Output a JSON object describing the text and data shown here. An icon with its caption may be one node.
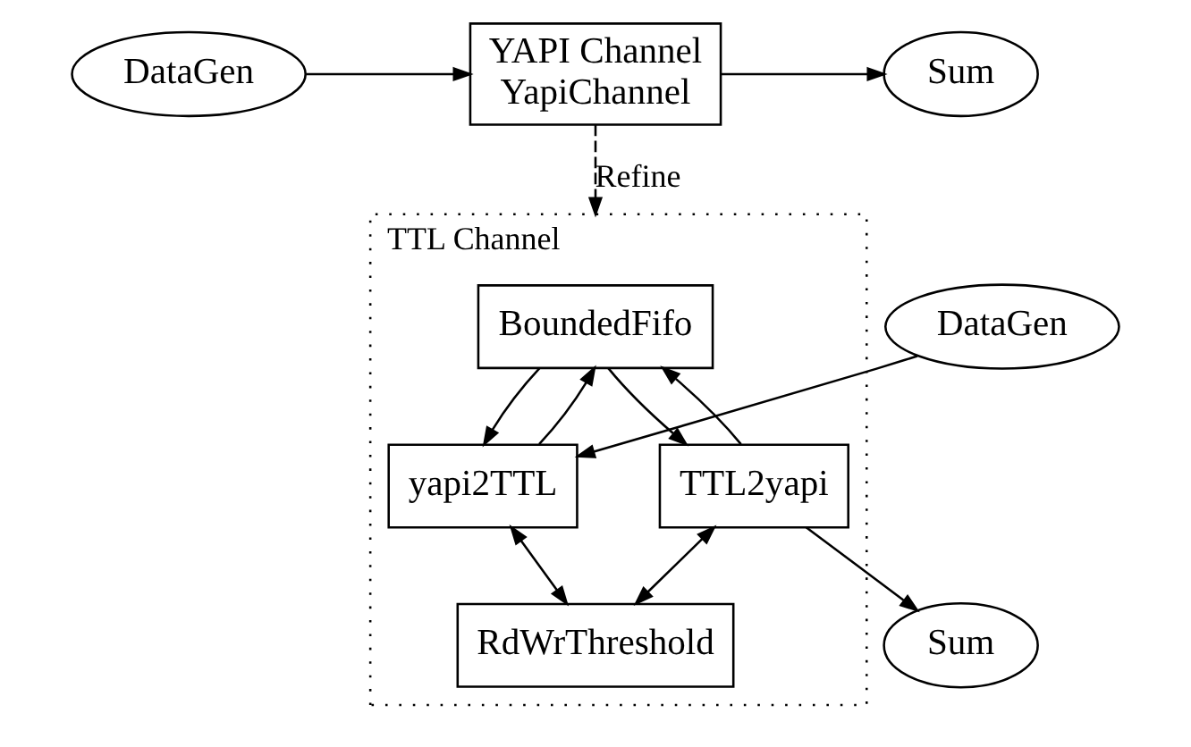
{
  "diagram": {
    "nodes": [
      {
        "text": [
          "DataGen"
        ]
      },
      {
        "text": [
          "YAPI Channel",
          "YapiChannel"
        ]
      },
      {
        "text": [
          "Sum"
        ]
      },
      {
        "text": [
          "DataGen"
        ]
      },
      {
        "text": [
          "TTL Channel"
        ]
      },
      {
        "text": [
          "BoundedFifo"
        ],
        "in": 4
      },
      {
        "text": [
          "yapi2TTL"
        ],
        "in": 4
      },
      {
        "text": [
          "TTL2yapi"
        ],
        "in": 4
      },
      {
        "text": [
          "RdWrThreshold"
        ],
        "in": 4
      },
      {
        "text": [
          "Sum"
        ]
      }
    ],
    "edges": [
      {
        "from": 0,
        "to": 1,
        "arrow": "to"
      },
      {
        "from": 1,
        "to": 2,
        "arrow": "to"
      },
      {
        "from": 1,
        "to": 4,
        "arrow": "to",
        "label": "Refine",
        "style": "dashed"
      },
      {
        "from": 3,
        "to": 6,
        "arrow": "to"
      },
      {
        "from": 5,
        "to": 6,
        "arrow": "to"
      },
      {
        "from": 6,
        "to": 5,
        "arrow": "to"
      },
      {
        "from": 5,
        "to": 7,
        "arrow": "to"
      },
      {
        "from": 7,
        "to": 5,
        "arrow": "to"
      },
      {
        "from": 6,
        "to": 8,
        "arrow": "both"
      },
      {
        "from": 7,
        "to": 8,
        "arrow": "both"
      },
      {
        "from": 7,
        "to": 9,
        "arrow": "to"
      }
    ]
  }
}
